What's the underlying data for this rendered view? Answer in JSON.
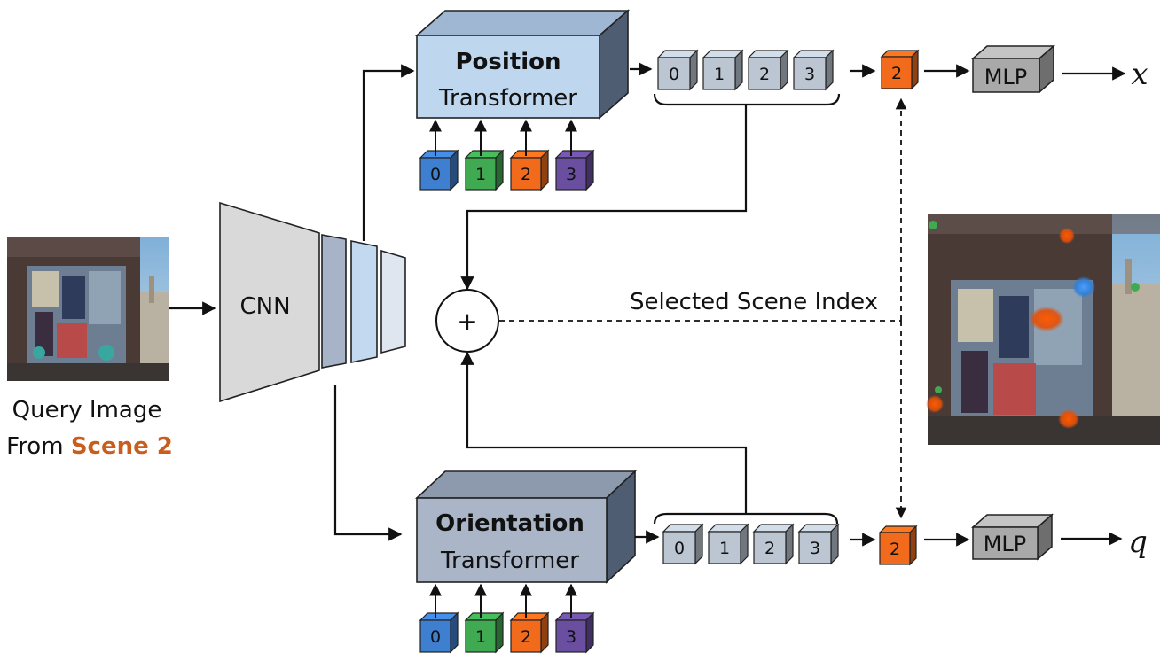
{
  "query": {
    "line1": "Query Image",
    "line2_prefix": "From ",
    "line2_scene": "Scene 2"
  },
  "cnn": {
    "label": "CNN"
  },
  "position_transformer": {
    "title": "Position",
    "subtitle": "Transformer"
  },
  "orientation_transformer": {
    "title": "Orientation",
    "subtitle": "Transformer"
  },
  "scene_tokens": [
    "0",
    "1",
    "2",
    "3"
  ],
  "output_tokens": [
    "0",
    "1",
    "2",
    "3"
  ],
  "selected_token": "2",
  "mlp_label": "MLP",
  "selected_scene_label": "Selected Scene Index",
  "plus_symbol": "+",
  "outputs": {
    "position": "x",
    "orientation": "q"
  },
  "colors": {
    "token_0": "#3f7fd0",
    "token_1": "#3faa52",
    "token_2": "#f26b1d",
    "token_3": "#6a4fa0",
    "output_token": "#bcc6d2",
    "mlp": "#a9a9a9",
    "position_box": "#bfd7ee",
    "orientation_box": "#aab6c8",
    "cnn": "#d9d9d9",
    "scene_highlight": "#c85d1e"
  }
}
